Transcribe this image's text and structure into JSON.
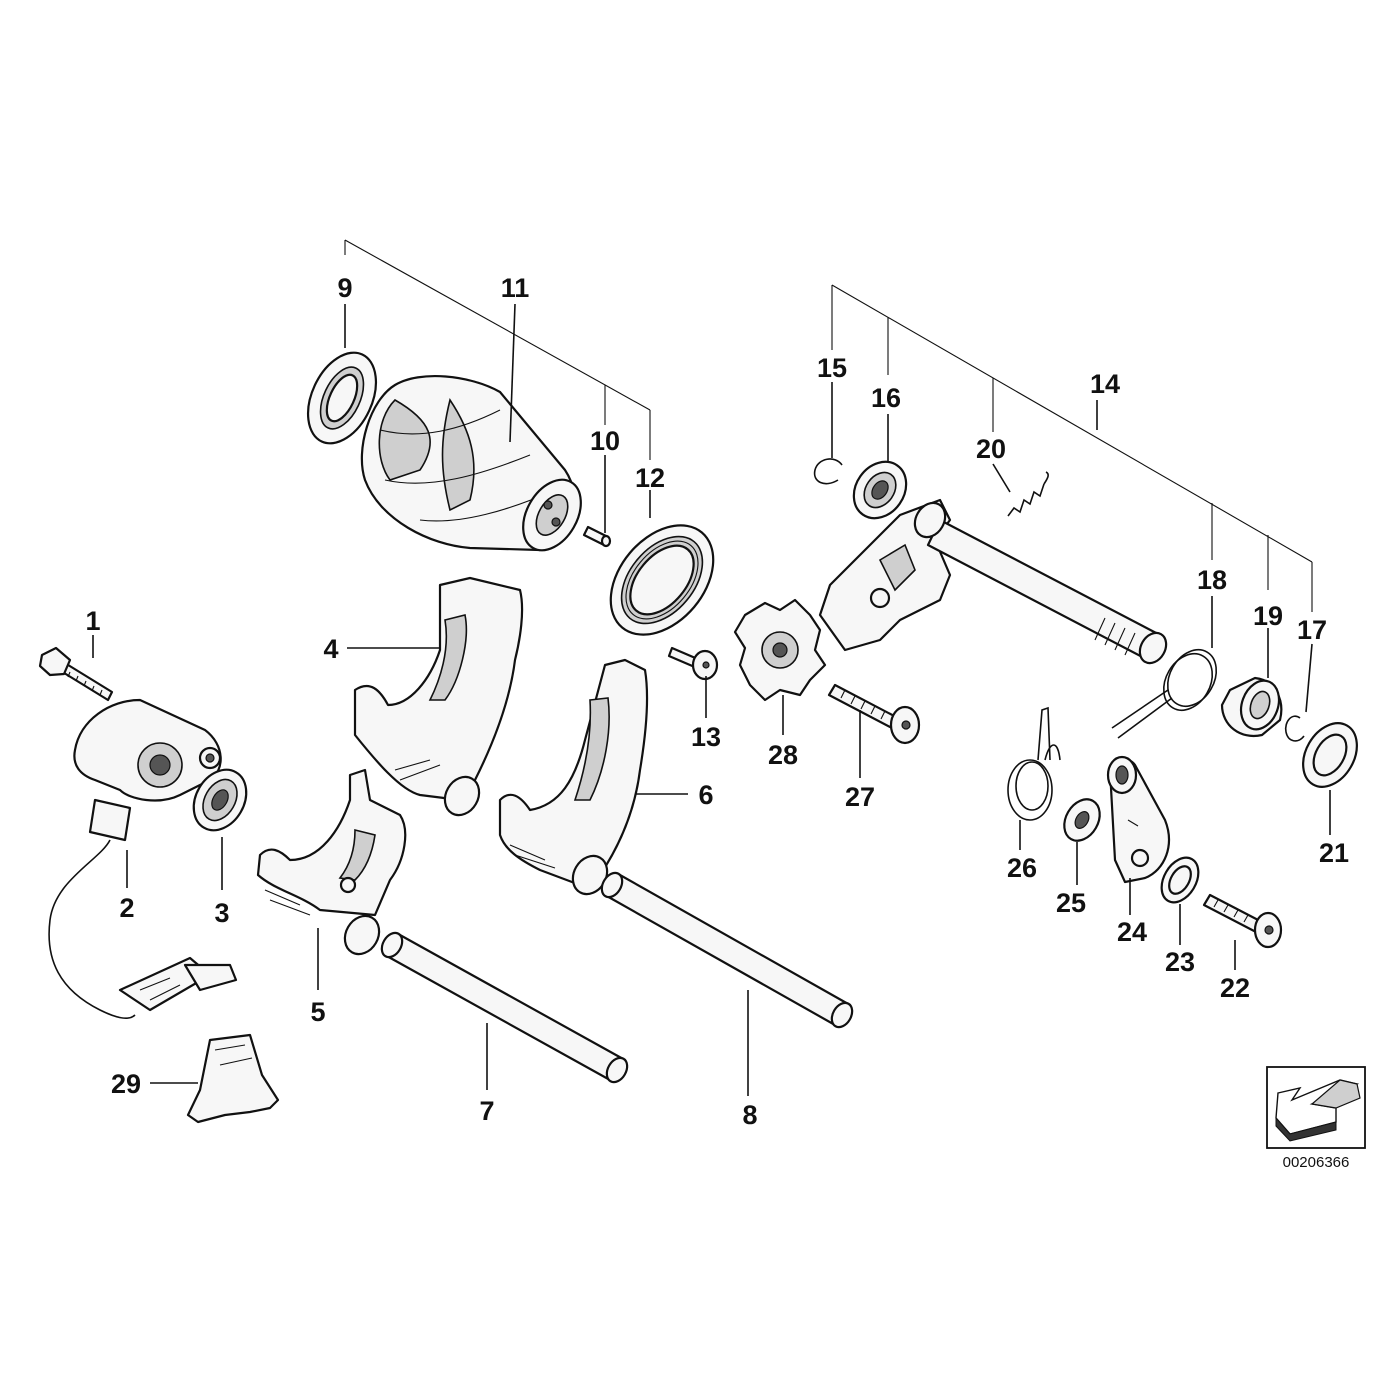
{
  "diagram": {
    "callouts": [
      "1",
      "2",
      "3",
      "4",
      "5",
      "6",
      "7",
      "8",
      "9",
      "10",
      "11",
      "12",
      "13",
      "14",
      "15",
      "16",
      "17",
      "18",
      "19",
      "20",
      "21",
      "22",
      "23",
      "24",
      "25",
      "26",
      "27",
      "28",
      "29"
    ],
    "reference_number": "00206366",
    "orientation_icon": "direction-arrow-icon"
  }
}
